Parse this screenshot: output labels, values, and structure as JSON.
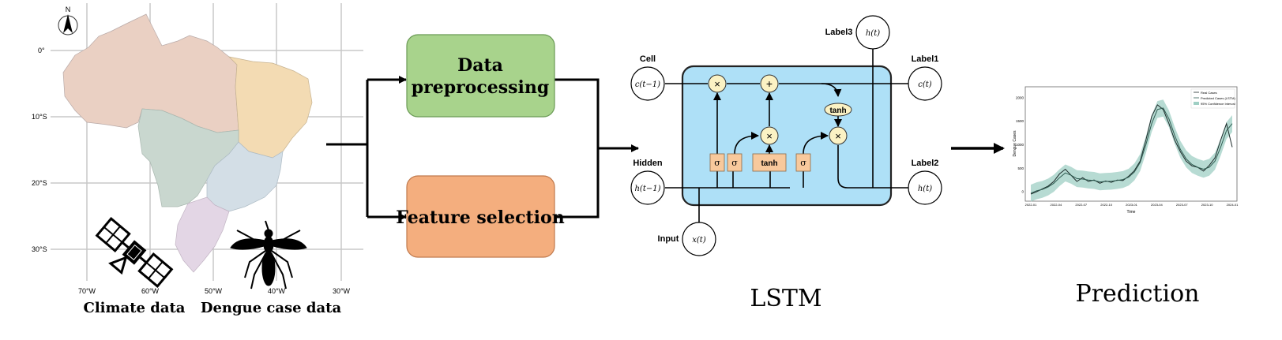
{
  "map": {
    "north_label": "N",
    "lat_labels": [
      "0°",
      "10°S",
      "20°S",
      "30°S"
    ],
    "lon_labels": [
      "70°W",
      "60°W",
      "50°W",
      "40°W",
      "30°W"
    ],
    "climate_caption": "Climate data",
    "dengue_caption": "Dengue case data",
    "region_colors": {
      "north": "#ead0c3",
      "northeast": "#f3dbb3",
      "central_west": "#c9d7cf",
      "southeast": "#d3dee6",
      "south": "#e3d6e5"
    }
  },
  "pipeline": {
    "preprocessing_label_line1": "Data",
    "preprocessing_label_line2": "preprocessing",
    "feature_selection_label": "Feature selection",
    "preprocessing_color": "#a8d38c",
    "feature_selection_color": "#f4ae7e"
  },
  "lstm": {
    "title": "LSTM",
    "cell_label": "Cell",
    "hidden_label": "Hidden",
    "input_label": "Input",
    "label1": "Label1",
    "label2": "Label2",
    "label3": "Label3",
    "c_prev": "c(t−1)",
    "h_prev": "h(t−1)",
    "x_t": "x(t)",
    "c_t": "c(t)",
    "h_t_out": "h(t)",
    "h_t_top": "h(t)",
    "sigma": "σ",
    "tanh": "tanh",
    "times": "×",
    "plus": "+",
    "box_color": "#aee0f7",
    "op_color": "#fbf2c4",
    "gate_color": "#f8c99c"
  },
  "prediction": {
    "title": "Prediction"
  },
  "chart_data": {
    "type": "line",
    "title": "",
    "xlabel": "Time",
    "ylabel": "Dengue Cases",
    "x_ticks": [
      "2022-01",
      "2022-04",
      "2022-07",
      "2022-10",
      "2023-01",
      "2023-04",
      "2023-07",
      "2023-10",
      "2024-01"
    ],
    "y_ticks": [
      0,
      500,
      1000,
      1500,
      2000
    ],
    "ylim": [
      -150,
      2200
    ],
    "legend_position": "top-right",
    "legend": [
      "Real Cases",
      "Predicted Cases (LSTM)",
      "95% Confidence Interval"
    ],
    "series": [
      {
        "name": "Real Cases",
        "values": [
          -50,
          0,
          60,
          120,
          220,
          380,
          480,
          350,
          220,
          300,
          220,
          250,
          180,
          230,
          200,
          250,
          240,
          330,
          450,
          650,
          1100,
          1600,
          1850,
          1750,
          1450,
          1100,
          850,
          650,
          550,
          520,
          440,
          560,
          720,
          1100,
          1450,
          950
        ]
      },
      {
        "name": "Predicted Cases (LSTM)",
        "values": [
          -30,
          20,
          50,
          100,
          180,
          300,
          400,
          350,
          280,
          270,
          250,
          240,
          210,
          220,
          225,
          240,
          260,
          310,
          420,
          620,
          1000,
          1450,
          1750,
          1780,
          1550,
          1200,
          900,
          700,
          580,
          520,
          480,
          520,
          650,
          950,
          1300,
          1450
        ]
      }
    ],
    "confidence_band_half_width": 180
  }
}
